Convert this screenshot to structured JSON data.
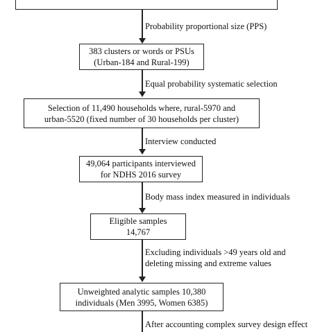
{
  "steps": [
    {
      "id": "pps_label",
      "text": "Probability proportional size (PPS)"
    },
    {
      "id": "box1",
      "lines": [
        "383 clusters or words or PSUs",
        "(Urban-184 and Rural-199)"
      ]
    },
    {
      "id": "eq_label",
      "text": "Equal probability systematic selection"
    },
    {
      "id": "box2",
      "lines": [
        "Selection of 11,490 households where, rural-5970 and",
        "urban-5520 (fixed number of 30 households per cluster)"
      ]
    },
    {
      "id": "interview_label",
      "text": "Interview conducted"
    },
    {
      "id": "box3",
      "lines": [
        "49,064 participants interviewed",
        "for NDHS 2016 survey"
      ]
    },
    {
      "id": "bmi_label",
      "text": "Body mass index measured in individuals"
    },
    {
      "id": "box4",
      "lines": [
        "Eligible samples",
        "14,767"
      ]
    },
    {
      "id": "exclude_label",
      "lines": [
        "Excluding individuals >49 years old and",
        "deleting missing and extreme values"
      ]
    },
    {
      "id": "box5",
      "lines": [
        "Unweighted analytic samples 10,380",
        "individuals (Men 3995, Women 6385)"
      ]
    },
    {
      "id": "after_label",
      "text": "After accounting complex survey design effect"
    }
  ]
}
